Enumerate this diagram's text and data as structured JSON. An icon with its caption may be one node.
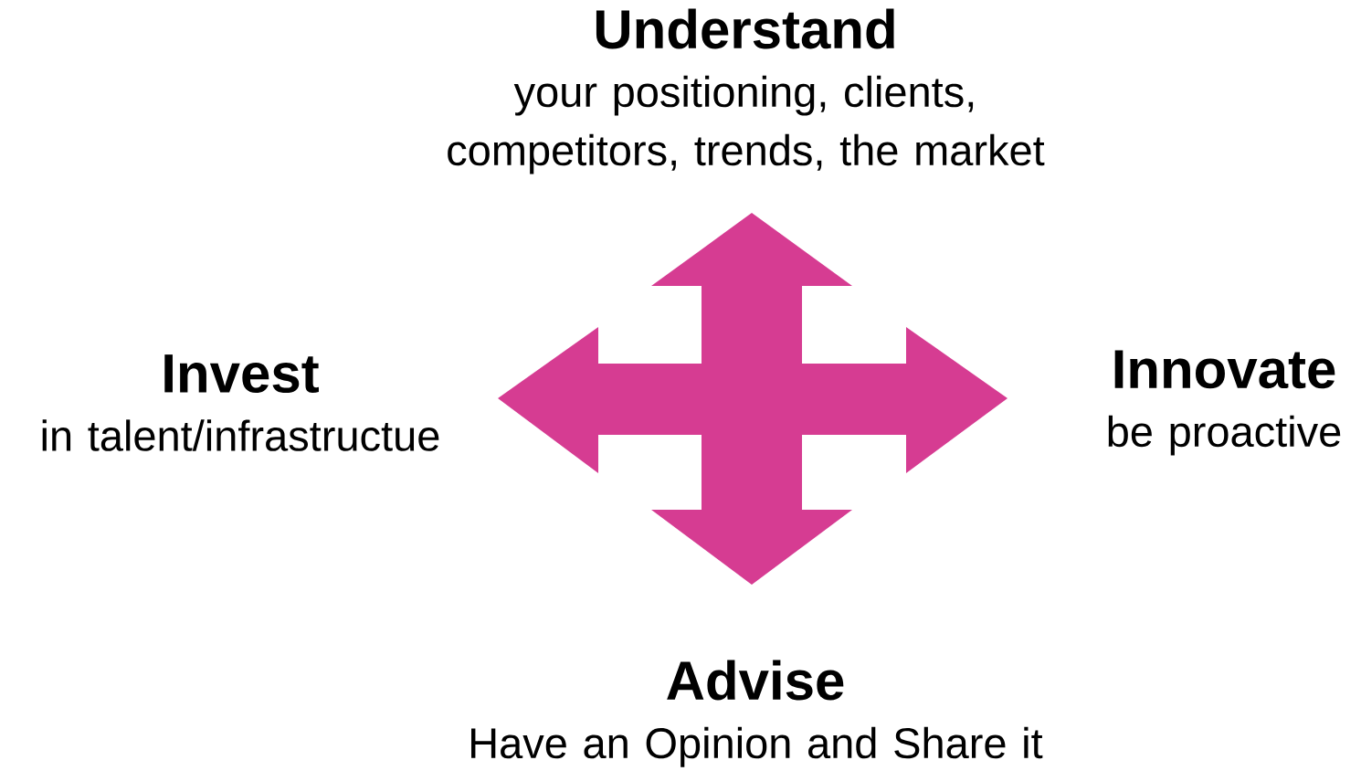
{
  "diagram": {
    "nodes": [
      {
        "text": [
          "Understand",
          "your positioning, clients, competitors, trends, the market"
        ]
      },
      {
        "text": [
          "Invest",
          "in talent/infrastructue"
        ]
      },
      {
        "text": [
          "Innovate",
          "be proactive"
        ]
      },
      {
        "text": [
          "Advise",
          "Have an Opinion and Share it"
        ]
      }
    ]
  }
}
